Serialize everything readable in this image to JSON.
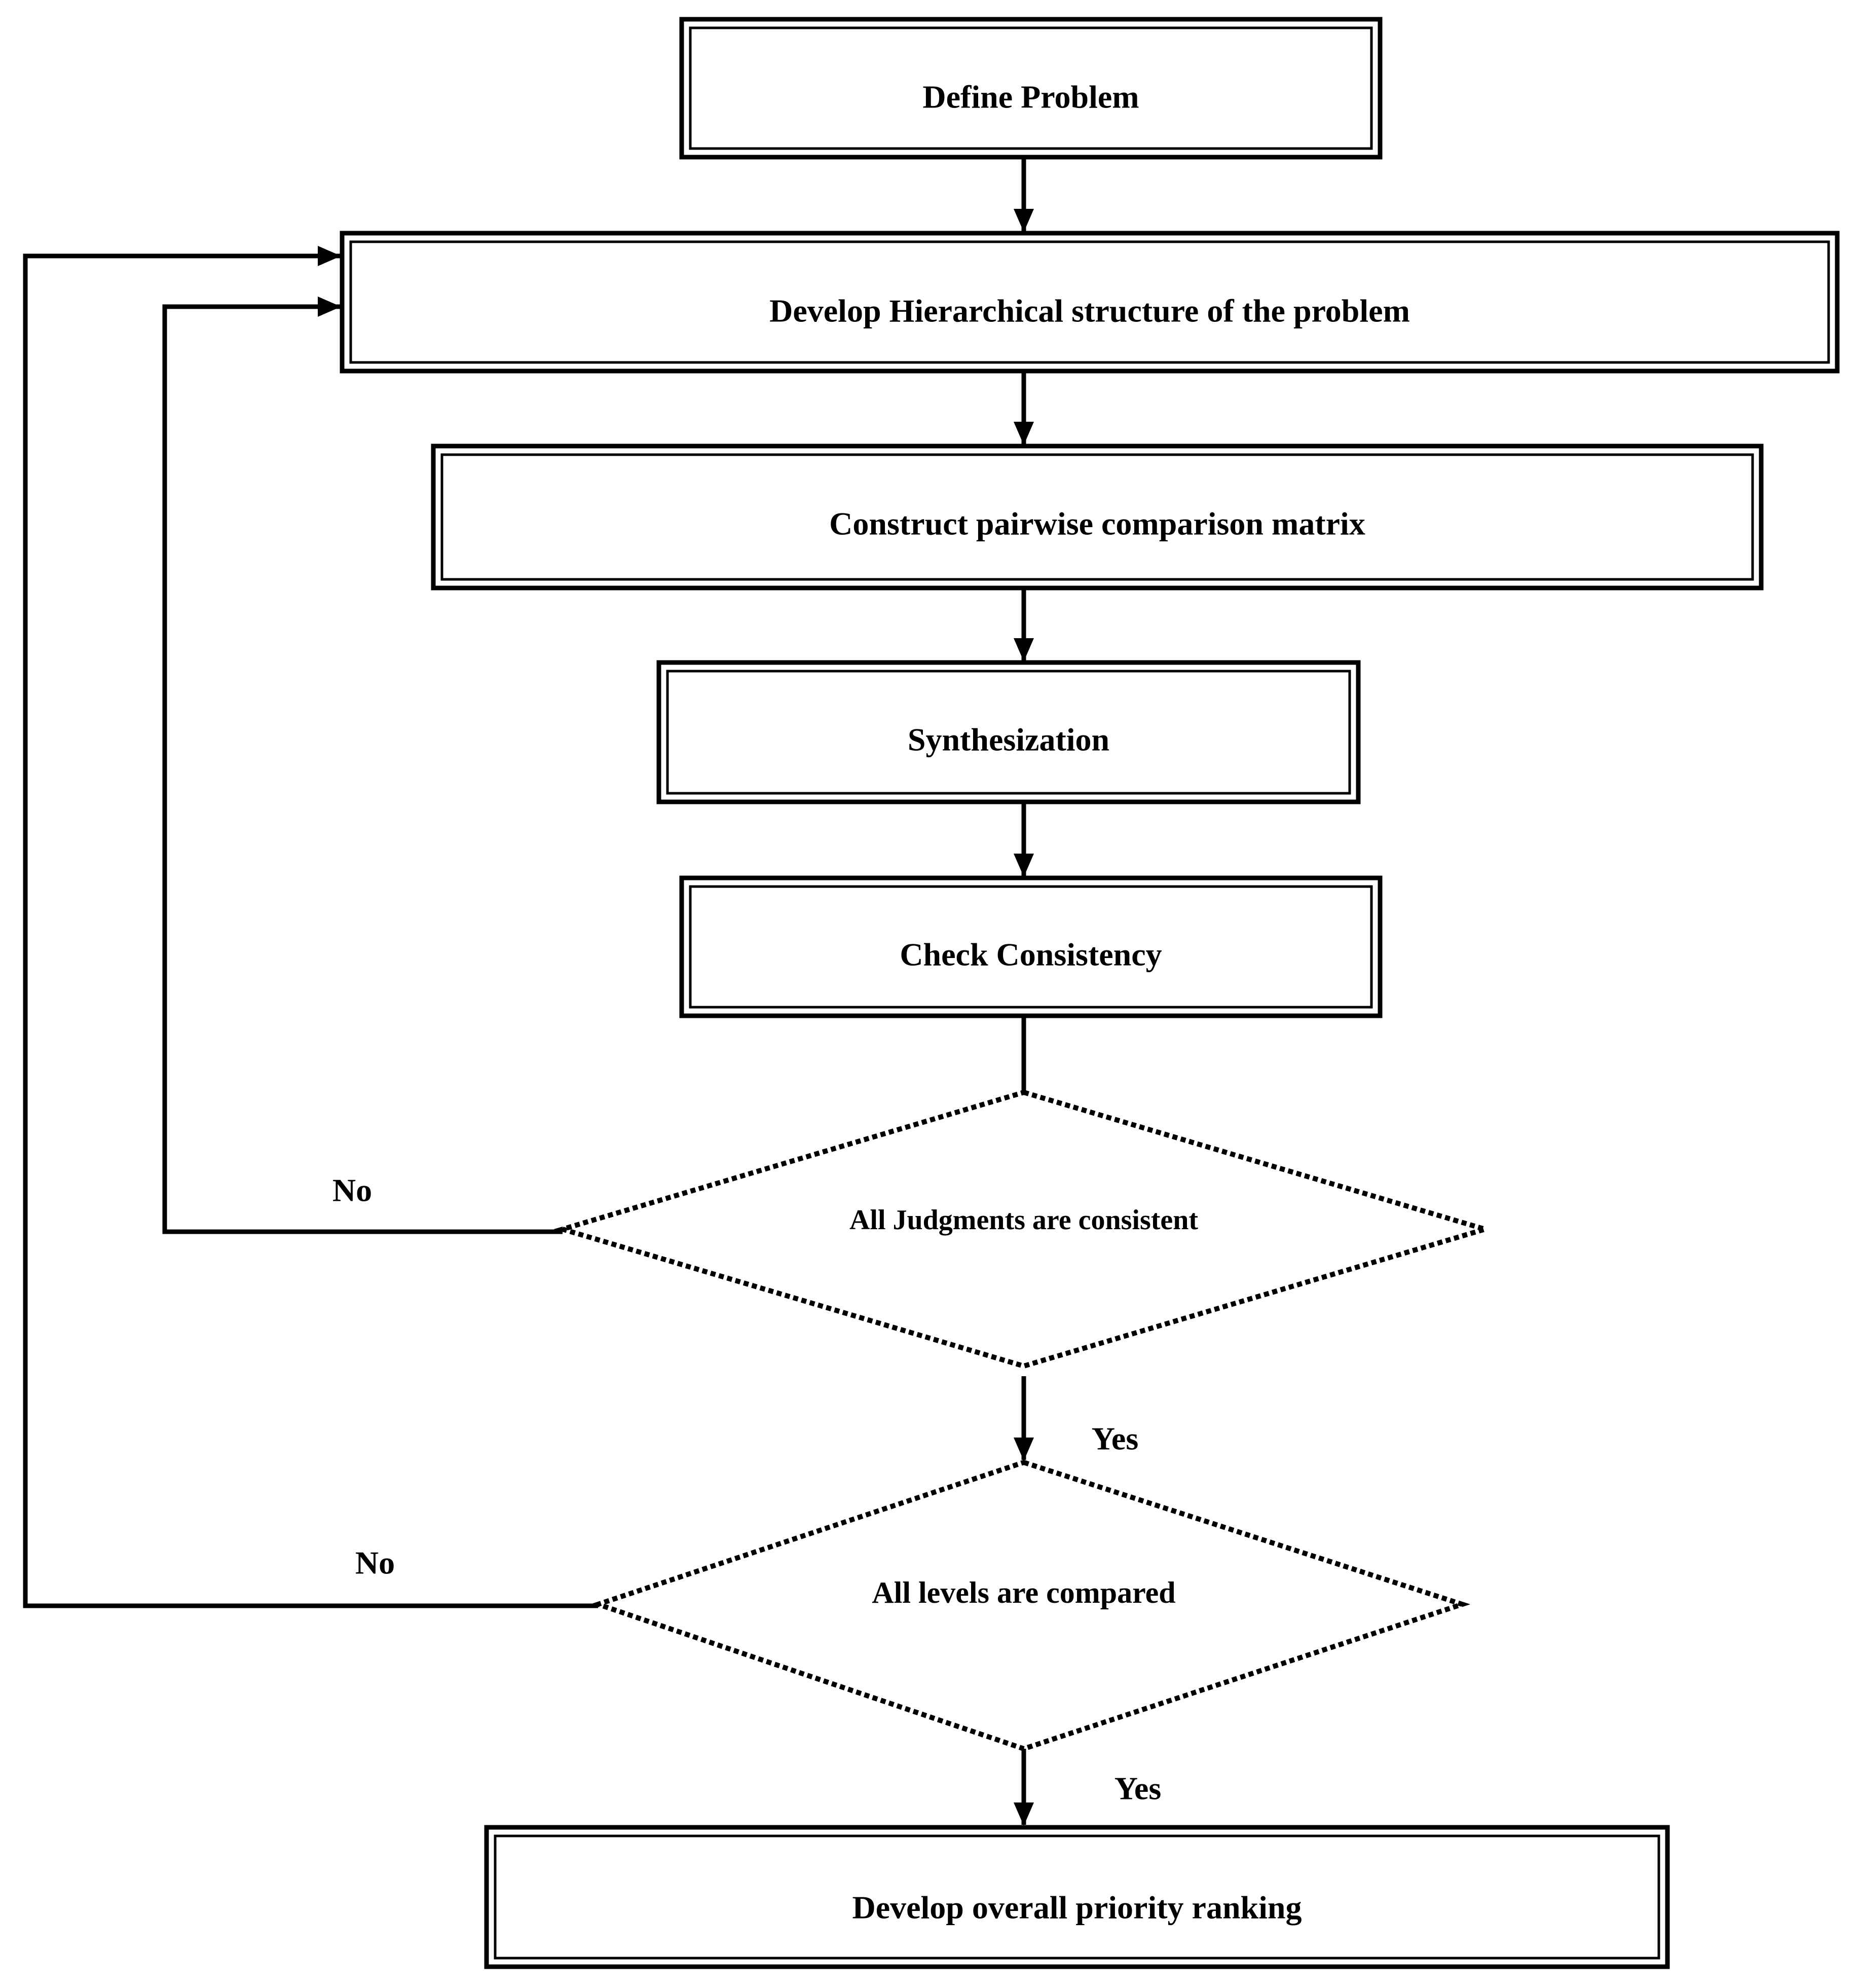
{
  "nodes": {
    "define_problem": "Define Problem",
    "develop_hierarchy": "Develop Hierarchical structure of the problem",
    "construct_matrix": "Construct pairwise comparison matrix",
    "synthesization": "Synthesization",
    "check_consistency": "Check Consistency",
    "judgments_consistent": "All Judgments are consistent",
    "levels_compared": "All levels are compared",
    "overall_ranking": "Develop overall priority ranking"
  },
  "edges": {
    "judgments_no": "No",
    "judgments_yes": "Yes",
    "levels_no": "No",
    "levels_yes": "Yes"
  }
}
